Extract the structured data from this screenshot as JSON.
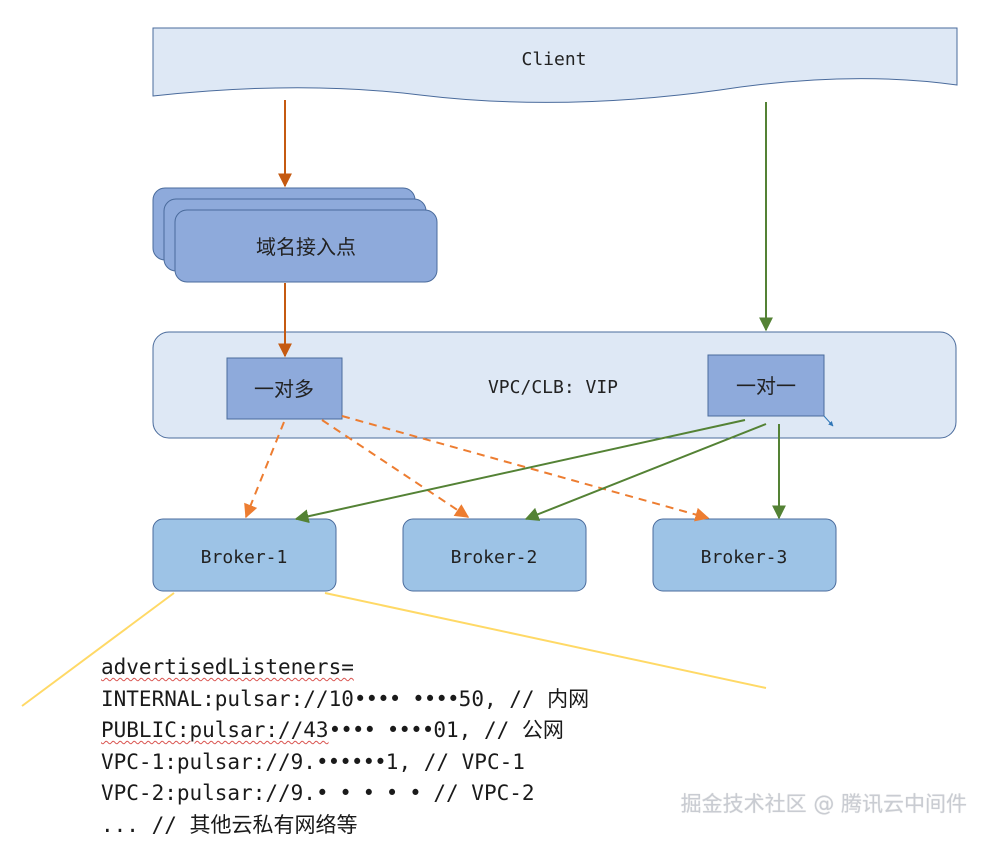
{
  "colors": {
    "box_fill_light": "#dee8f5",
    "box_fill_mid": "#8eaadb",
    "broker_fill": "#9dc3e6",
    "stroke": "#4a6b9c",
    "orange_arrow": "#c55a11",
    "orange_dashed": "#ed7d31",
    "green_arrow": "#548235",
    "yellow_line": "#ffd966"
  },
  "nodes": {
    "client": "Client",
    "domain_access": "域名接入点",
    "vpc_clb": "VPC/CLB: VIP",
    "one_to_many": "一对多",
    "one_to_one": "一对一",
    "brokers": [
      "Broker-1",
      "Broker-2",
      "Broker-3"
    ]
  },
  "config": {
    "header": "advertisedListeners=",
    "internal_prefix": "INTERNAL:pulsar://10",
    "internal_redacted": "•••• ••••",
    "internal_suffix": "50, // 内网",
    "public_prefix": "PUBLIC:pulsar://43",
    "public_redacted": "•••• ••••",
    "public_suffix": "01, // 公网",
    "vpc1_prefix": "VPC-1:pulsar://9.",
    "vpc1_redacted": "••••••",
    "vpc1_suffix": "1, // VPC-1",
    "vpc2_prefix": "VPC-2:pulsar://9.",
    "vpc2_redacted": "• • • • •",
    "vpc2_suffix": " // VPC-2",
    "footer": "... // 其他云私有网络等"
  },
  "watermark": "掘金技术社区 @ 腾讯云中间件"
}
